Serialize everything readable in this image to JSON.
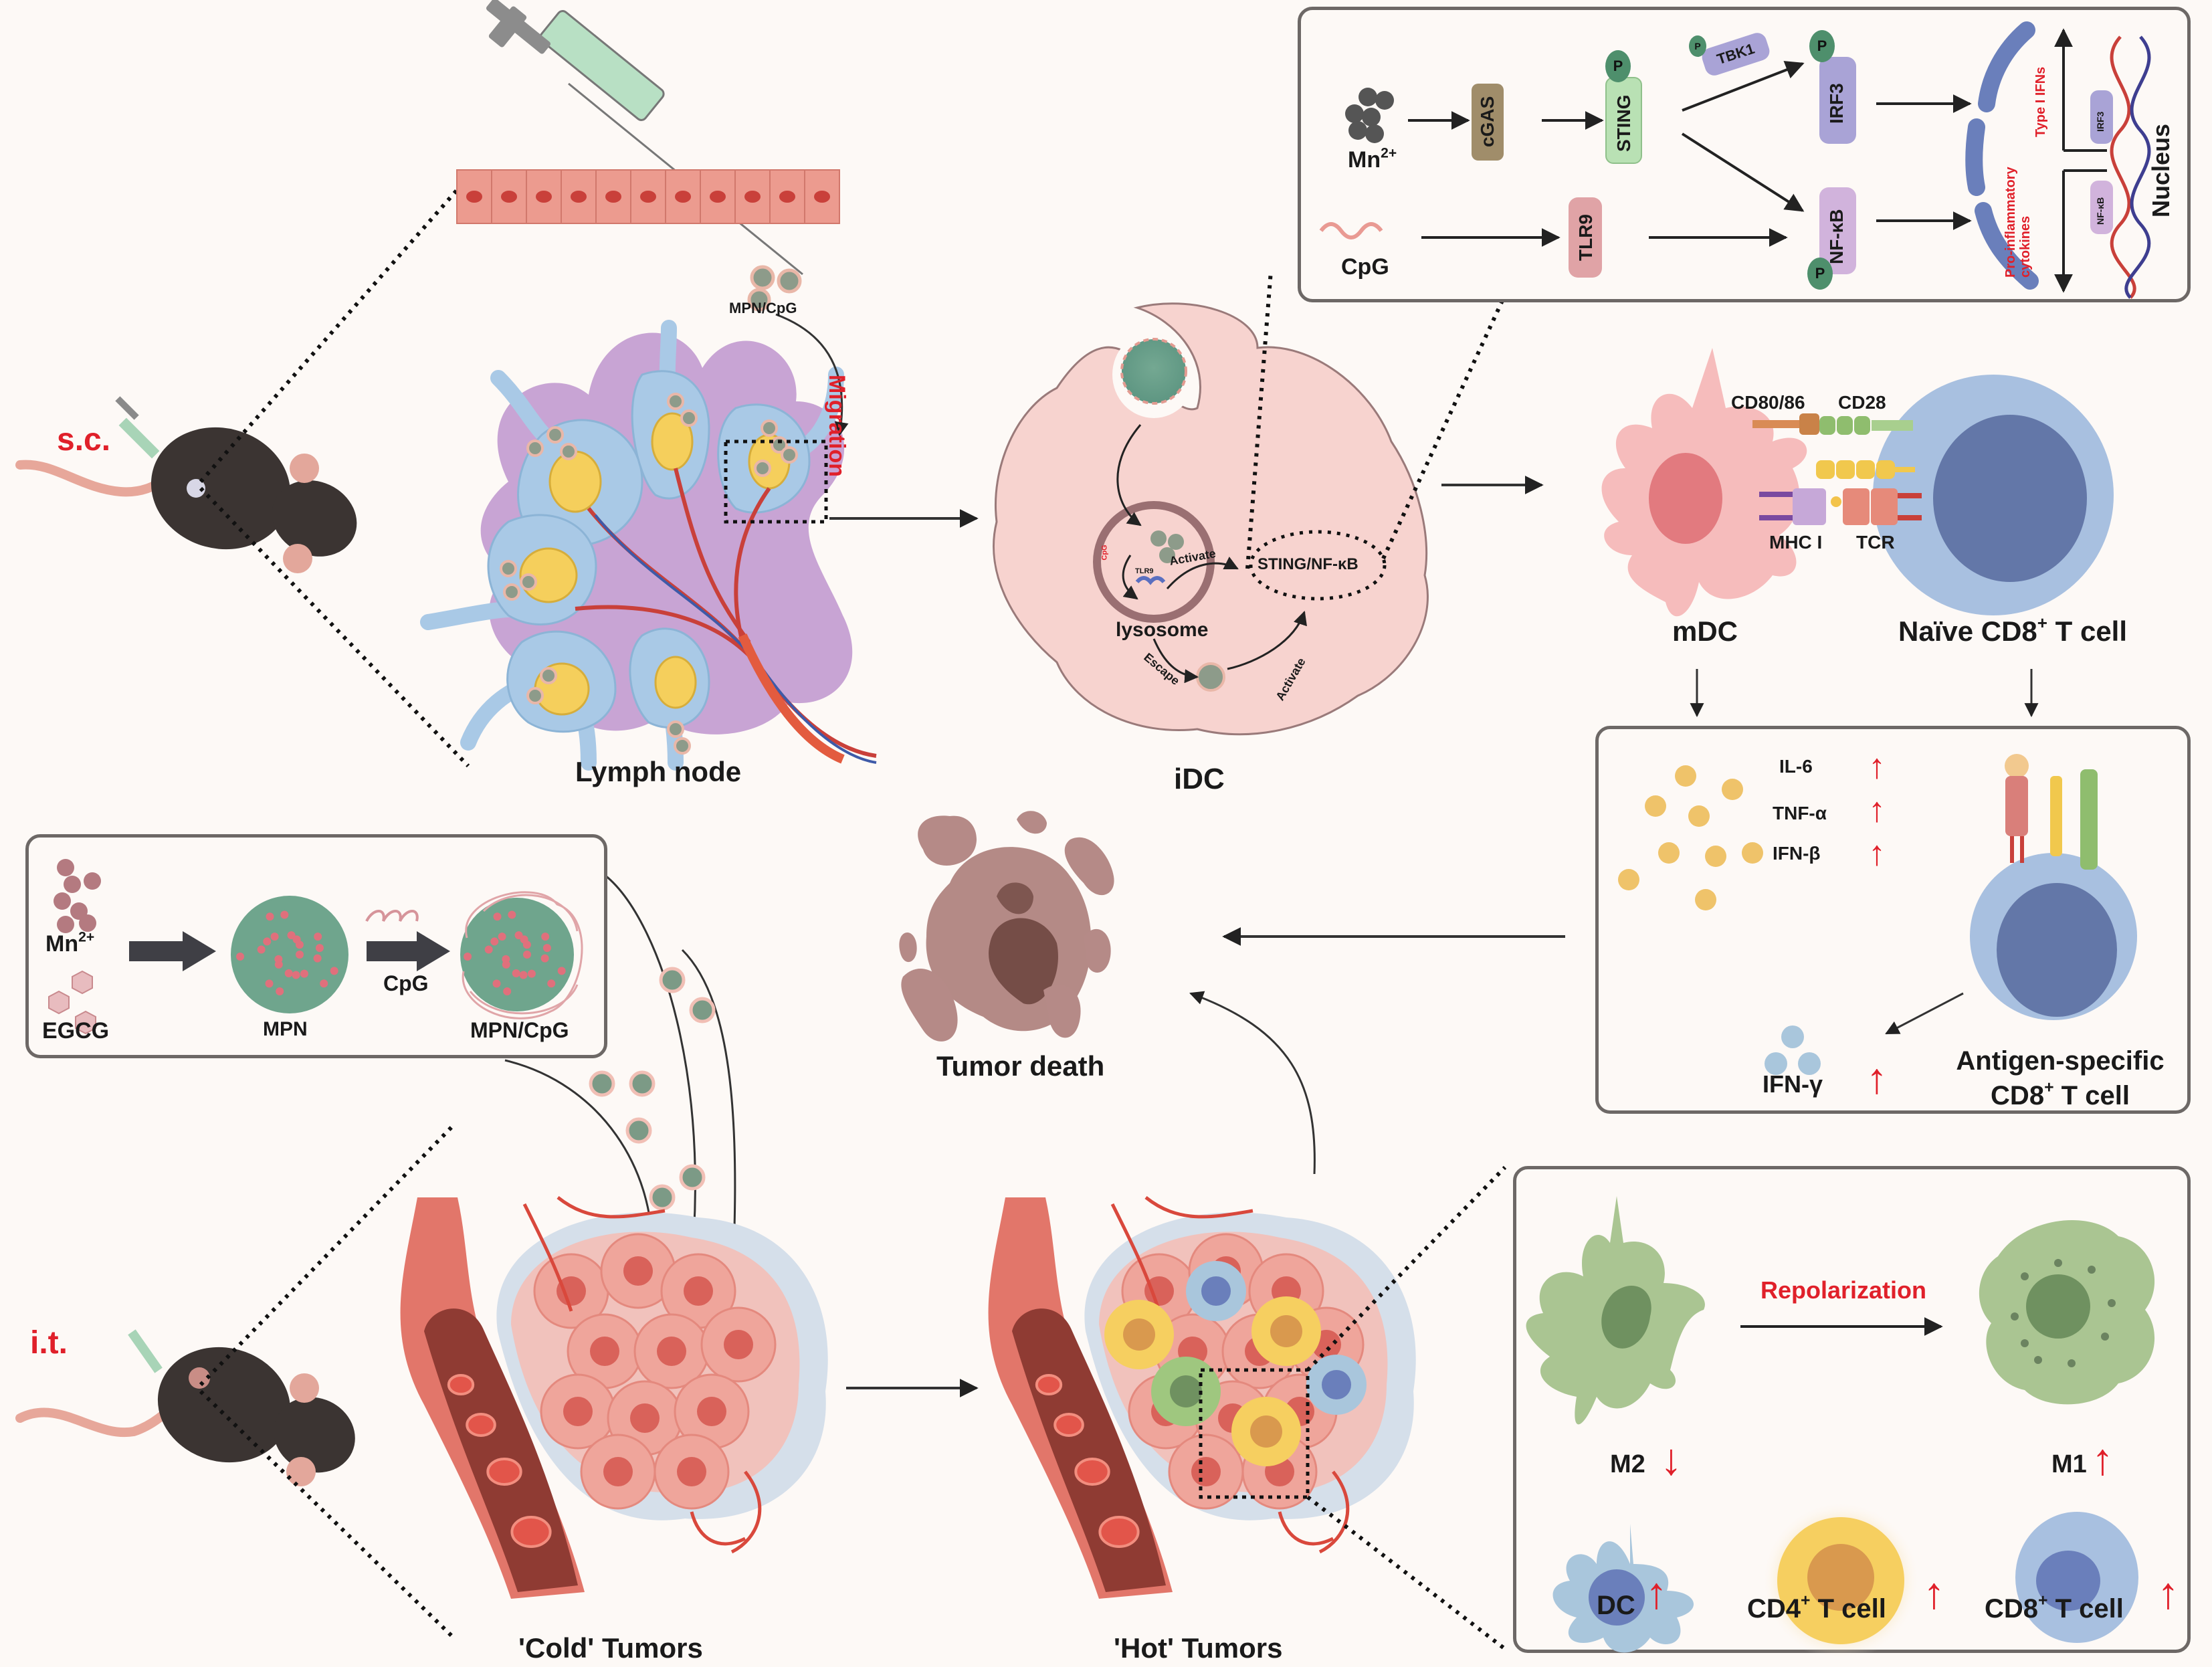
{
  "figure": {
    "route_labels": {
      "subcutaneous": "s.c.",
      "intratumoral": "i.t."
    },
    "lymph_node": {
      "title": "Lymph node",
      "particle_label": "MPN/CpG",
      "migration_label": "Migration"
    },
    "idc": {
      "title": "iDC",
      "lysosome_label": "lysosome",
      "tlr9_small": "TLR9",
      "cpg_small": "CpG",
      "activate_1": "Activate",
      "activate_2": "Activate",
      "escape": "Escape",
      "target": "STING/NF-κB"
    },
    "pathway_panel": {
      "mn_label": "Mn",
      "mn_sup": "2+",
      "cpg_label": "CpG",
      "nodes": {
        "cgas": "cGAS",
        "sting": "STING",
        "tbk1": "TBK1",
        "irf3": "IRF3",
        "tlr9": "TLR9",
        "nfkb": "NF-κB"
      },
      "phospho": "P",
      "type1_ifns": "Type I IFNs",
      "proinflammatory": "Pro-inflammatory",
      "cytokines": "cytokines",
      "nucleus": "Nucleus",
      "nucleus_irf3": "IRF3",
      "nucleus_nfkb": "NF-κB"
    },
    "synapse": {
      "cd80_86": "CD80/86",
      "cd28": "CD28",
      "mhc1": "MHC I",
      "tcr": "TCR",
      "mdc_label": "mDC",
      "naive_label": "Naïve CD8",
      "naive_sup": "+",
      "naive_tail": " T cell"
    },
    "cytokine_panel": {
      "cytokines": [
        {
          "name": "IL-6",
          "trend": "up"
        },
        {
          "name": "TNF-α",
          "trend": "up"
        },
        {
          "name": "IFN-β",
          "trend": "up"
        }
      ],
      "ifn_gamma": {
        "name": "IFN-γ",
        "trend": "up"
      },
      "cell_label_line1": "Antigen-specific",
      "cell_label_line2": "CD8",
      "cell_label_sup": "+",
      "cell_label_tail": " T cell"
    },
    "synthesis_panel": {
      "mn_label": "Mn",
      "mn_sup": "2+",
      "egcg_label": "EGCG",
      "mpn_label": "MPN",
      "cpg_label": "CpG",
      "mpn_cpg_label": "MPN/CpG"
    },
    "tumor_death_label": "Tumor death",
    "cold_tumor_label": "'Cold' Tumors",
    "hot_tumor_label": "'Hot' Tumors",
    "tme_panel": {
      "repolarization": "Repolarization",
      "cells": [
        {
          "name": "M2",
          "sup": "",
          "tail": "",
          "trend": "down"
        },
        {
          "name": "M1",
          "sup": "",
          "tail": "",
          "trend": "up"
        },
        {
          "name": "DC",
          "sup": "",
          "tail": "",
          "trend": "up"
        },
        {
          "name": "CD4",
          "sup": "+",
          "tail": " T cell",
          "trend": "up"
        },
        {
          "name": "CD8",
          "sup": "+",
          "tail": " T cell",
          "trend": "up"
        }
      ]
    },
    "colors": {
      "background": "#fdf9f6",
      "accent_red": "#e0202a",
      "panel_border": "#6d6866",
      "cgas": "#a08d6a",
      "sting": "#b9e1b4",
      "tbk1": "#a9a3d6",
      "irf3": "#a9a3d6",
      "tlr9": "#e0a3a6",
      "nfkb": "#d1b3dc",
      "phospho": "#4e8f6c"
    }
  }
}
